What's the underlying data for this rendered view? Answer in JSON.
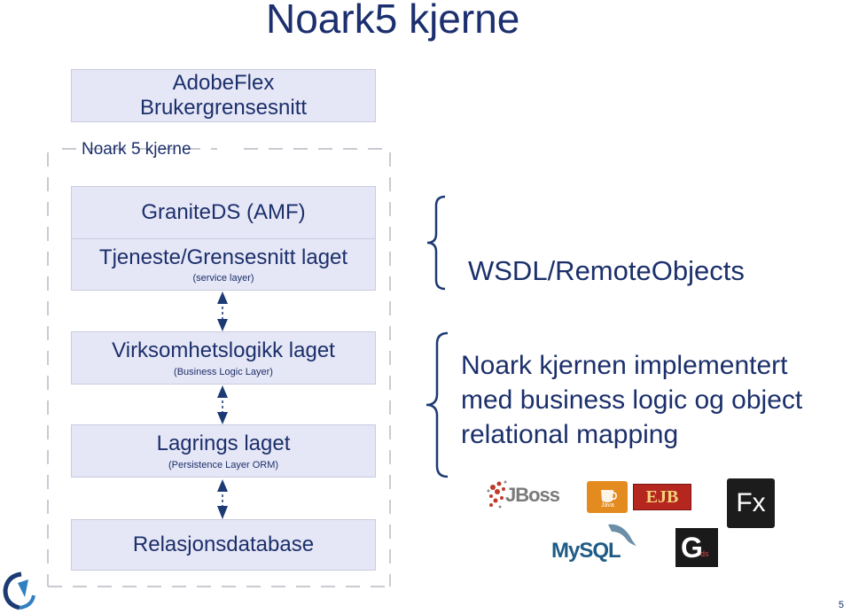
{
  "slide": {
    "title": "Noark5 kjerne",
    "page_number": "5"
  },
  "top_box": {
    "line1": "AdobeFlex",
    "line2": "Brukergrensesnitt"
  },
  "container": {
    "label": "Noark 5 kjerne"
  },
  "layers": {
    "granite": {
      "label": "GraniteDS (AMF)"
    },
    "service": {
      "label": "Tjeneste/Grensesnitt laget",
      "sub": "(service layer)"
    },
    "business": {
      "label": "Virksomhetslogikk laget",
      "sub": "(Business Logic Layer)"
    },
    "persistence": {
      "label": "Lagrings laget",
      "sub": "(Persistence Layer ORM)"
    },
    "database": {
      "label": "Relasjonsdatabase"
    }
  },
  "annotations": {
    "wsdl": "WSDL/RemoteObjects",
    "impl_line1": "Noark kjernen implementert",
    "impl_line2": "med business logic og object",
    "impl_line3": "relational mapping"
  },
  "logos": {
    "jboss": "JBoss",
    "java": "Java",
    "ejb": "EJB",
    "fx": "Fx",
    "mysql": "MySQL",
    "gds": "G",
    "gds_sub": "ds"
  },
  "colors": {
    "box_fill": "#e6e7f6",
    "text": "#1b2f6b",
    "arrow": "#1c3a73"
  }
}
